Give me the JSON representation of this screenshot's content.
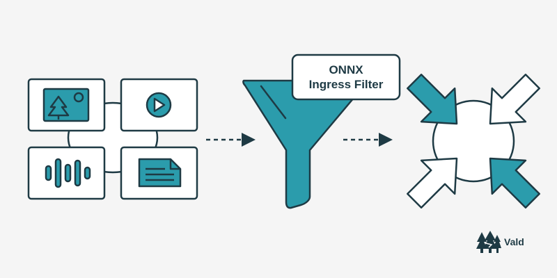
{
  "colors": {
    "background": "#f5f5f5",
    "stroke": "#1e3a44",
    "accent": "#2b9cac",
    "fill_light": "#ffffff"
  },
  "input_media": {
    "items": [
      {
        "name": "image",
        "icon": "image-icon"
      },
      {
        "name": "video",
        "icon": "play-icon"
      },
      {
        "name": "audio",
        "icon": "audio-wave-icon"
      },
      {
        "name": "text",
        "icon": "document-icon"
      }
    ]
  },
  "filter": {
    "label_line1": "ONNX",
    "label_line2": "Ingress Filter"
  },
  "output": {
    "arrows": [
      {
        "position": "top-left",
        "fill": "accent"
      },
      {
        "position": "top-right",
        "fill": "light"
      },
      {
        "position": "bottom-left",
        "fill": "light"
      },
      {
        "position": "bottom-right",
        "fill": "accent"
      }
    ]
  },
  "brand": {
    "name": "Vald",
    "icon": "vald-forest-logo-icon"
  }
}
